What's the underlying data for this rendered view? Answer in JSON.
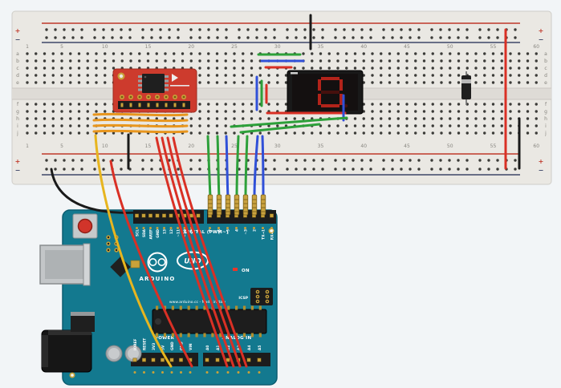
{
  "palette": {
    "background": "#f2f5f7",
    "breadboard": "#eae8e3",
    "breadboard_groove": "#dedbd6",
    "arduino_teal": "#13798f",
    "pcb_red": "#cd3b2d",
    "display_body": "#191919",
    "display_red": "#b3231a",
    "gold": "#c9a23a",
    "wire_red": "#d93025",
    "wire_black": "#1a1a1a",
    "wire_green": "#2da03a",
    "wire_blue": "#3050d8",
    "wire_orange": "#e8961e",
    "wire_yellow": "#e7b51f"
  },
  "breadboard": {
    "rail_plus": "+",
    "rail_minus": "−",
    "row_letters": [
      "a",
      "b",
      "c",
      "d",
      "e",
      "f",
      "g",
      "h",
      "i",
      "j"
    ],
    "column_numbers": [
      1,
      5,
      10,
      15,
      20,
      25,
      30,
      35,
      40,
      45,
      50,
      55,
      60
    ]
  },
  "arduino": {
    "brand": "ARDUINO",
    "model": "UNO",
    "digital_label": "DIGITAL (PWM~)",
    "power_label": "POWER",
    "analog_label": "ANALOG IN",
    "icsp_label": "ICSP",
    "on_label": "ON",
    "made_in": "www.arduino.cc - Made in Italy",
    "digital_pins_left": [
      "SCL",
      "SDA",
      "AREF",
      "GND",
      "13",
      "12",
      "~11",
      "~10",
      "~9",
      "8"
    ],
    "digital_pins_right": [
      "7",
      "~6",
      "~5",
      "4",
      "~3",
      "2",
      "TX→1",
      "RX←0"
    ],
    "power_pins": [
      "IOREF",
      "RESET",
      "3V3",
      "5V",
      "GND",
      "GND",
      "VIN"
    ],
    "analog_pins": [
      "A0",
      "A1",
      "A2",
      "A3",
      "A4",
      "A5"
    ]
  },
  "wires": [
    {
      "name": "top-rail-jumper",
      "color": "black"
    },
    {
      "name": "right-power-bus",
      "color": "red"
    },
    {
      "name": "right-ground-bus",
      "color": "black"
    },
    {
      "name": "display-top-1",
      "color": "green"
    },
    {
      "name": "display-top-2",
      "color": "blue"
    },
    {
      "name": "display-top-3",
      "color": "red"
    },
    {
      "name": "display-left-1",
      "color": "blue"
    },
    {
      "name": "display-left-2",
      "color": "green"
    },
    {
      "name": "display-left-3",
      "color": "red"
    },
    {
      "name": "display-bottom",
      "color": "red"
    },
    {
      "name": "display-right",
      "color": "blue"
    },
    {
      "name": "display-diag-1",
      "color": "green"
    },
    {
      "name": "display-diag-2",
      "color": "green"
    },
    {
      "name": "breakout-1",
      "color": "orange"
    },
    {
      "name": "breakout-2",
      "color": "orange"
    },
    {
      "name": "breakout-3",
      "color": "orange"
    },
    {
      "name": "breakout-4",
      "color": "orange"
    },
    {
      "name": "rail-jumper",
      "color": "black"
    },
    {
      "name": "stub-1",
      "color": "green"
    },
    {
      "name": "stub-2",
      "color": "green"
    },
    {
      "name": "stub-3",
      "color": "blue"
    },
    {
      "name": "stub-4",
      "color": "green"
    },
    {
      "name": "stub-5",
      "color": "green"
    },
    {
      "name": "stub-6",
      "color": "blue"
    },
    {
      "name": "stub-7",
      "color": "blue"
    },
    {
      "name": "arduino-gnd",
      "color": "black"
    },
    {
      "name": "arduino-signal-yellow",
      "color": "yellow"
    },
    {
      "name": "arduino-5v",
      "color": "red"
    },
    {
      "name": "arduino-i2c-1",
      "color": "red"
    },
    {
      "name": "arduino-i2c-2",
      "color": "red"
    },
    {
      "name": "arduino-i2c-3",
      "color": "red"
    },
    {
      "name": "arduino-i2c-4",
      "color": "red"
    }
  ]
}
